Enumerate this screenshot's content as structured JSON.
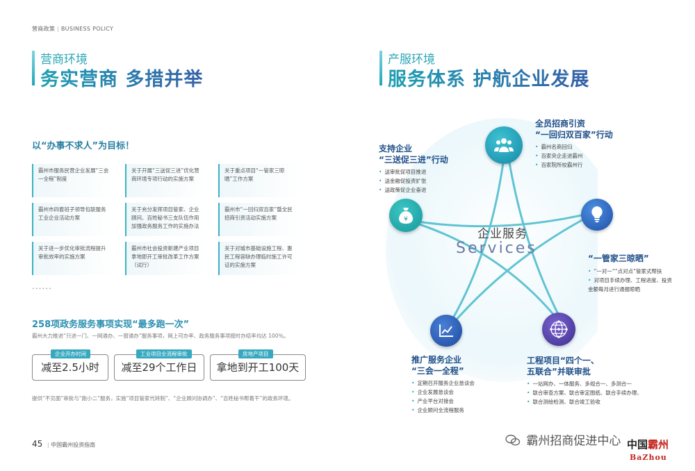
{
  "header": {
    "section": "营商政策",
    "separator": "|",
    "section_en": "BUSINESS POLICY"
  },
  "left": {
    "kicker": "营商环境",
    "title": "务实营商 多措并举",
    "goal": "以“办事不求人”为目标！",
    "policies": [
      "霸州市服务民营企业发展“三会一全程”制度",
      "关于开展“三送促三进”优化营商环境专项行动的实施方案",
      "关于重点项目“一管家三晾晒”工作方案",
      "霸州市四套班子领导包联服务工业企业活动方案",
      "关于充分发挥项目管家、企业顾问、百姓秘书三支队伍作用加强政务服务工作的实施办法",
      "霸州市“一回归双百家”暨全民招商引资活动实施方案",
      "关于进一步优化审批流程提升审批效率的实施方案",
      "霸州市社会投资新建产业项目拿地即开工审批改革工作方案（试行）",
      "关于对城市基础设施工程、惠民工程容缺办理临时施工许可证的实施方案"
    ],
    "dots": "......",
    "stats_title": "258项政务服务事项实现“最多跑一次”",
    "stats_desc": "霸州大力推进“只进一门、一网通办、一窗通办”服务事项，网上可办率、政务服务事项按时办结率均达 100％。",
    "stats": [
      {
        "tag": "企业开办时间",
        "value": "减至2.5小时"
      },
      {
        "tag": "工业项目全流程审批",
        "value": "减至29个工作日"
      },
      {
        "tag": "房地产项目",
        "value": "拿地到开工100天"
      }
    ],
    "note": "提供“不见面”审批与“跑小二”服务，实施“项目管家代转制”、“企业顾问协调办”、“百姓秘书帮着干”的政务环境。",
    "page_number": "45",
    "page_footer": "中国霸州投资指南"
  },
  "right": {
    "kicker": "产服环境",
    "title": "服务体系 护航企业发展",
    "center_cn": "企业服务",
    "center_en": "Services",
    "blocks": [
      {
        "title": [
          "支持企业",
          "“三送促三进”行动"
        ],
        "items": [
          "送审批促项目推进",
          "送金融促投资扩张",
          "送政策促企业奋进"
        ]
      },
      {
        "title": [
          "全员招商引资",
          "“一回归双百家”行动"
        ],
        "items": [
          "霸州名商回归",
          "百家央企走进霸州",
          "百家院所校霸州行"
        ]
      },
      {
        "title": [
          "“一管家三晾晒”"
        ],
        "items": [
          "“一对一”“点对点”管家式帮扶",
          "对项目手续办理、工程进度、投资金额每月进行通报晾晒"
        ]
      },
      {
        "title": [
          "推广服务企业",
          "“三会一全程”"
        ],
        "items": [
          "定期召开服务企业恳谈会",
          "企业发展恳谈会",
          "产业平台对接会",
          "企业顾问全流程服务"
        ]
      },
      {
        "title": [
          "工程项目“四个一、",
          "五联合”并联审批"
        ],
        "items": [
          "一站网办、一体服务、多规合一、多测合一",
          "联合审查方案、联合审定图纸、联合手续办理、",
          "联合测绘检测、联合竣工验收"
        ]
      }
    ],
    "icons": {
      "people": "people-group-icon",
      "money": "money-bag-icon",
      "bulb": "light-bulb-icon",
      "chart": "line-chart-icon",
      "network": "network-globe-icon"
    },
    "watermark": "霸州招商促进中心",
    "logo_cn_a": "中国",
    "logo_cn_b": "霸州",
    "logo_en": "BaZhou"
  },
  "colors": {
    "accent": "#2aa6b6",
    "title_navy": "#1e4f88",
    "brand_red": "#c3231e"
  }
}
